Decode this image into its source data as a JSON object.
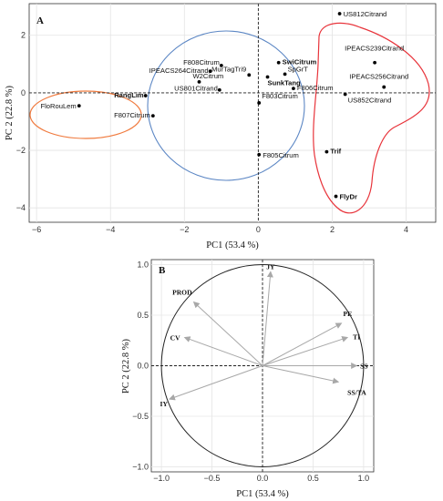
{
  "chart_data": [
    {
      "type": "scatter",
      "panel_label": "A",
      "xlabel": "PC1 (53.4 %)",
      "ylabel": "PC 2 (22.8 %)",
      "xlim": [
        -6.2,
        4.8
      ],
      "ylim": [
        -4.5,
        3.1
      ],
      "xticks": [
        -6,
        -4,
        -2,
        0,
        2,
        4
      ],
      "yticks": [
        -4,
        -2,
        0,
        2
      ],
      "grid": true,
      "points": [
        {
          "label": "FloRouLem",
          "x": -4.85,
          "y": -0.45,
          "bold": false
        },
        {
          "label": "RangLim",
          "x": -3.05,
          "y": -0.1,
          "bold": true
        },
        {
          "label": "F807Citrum",
          "x": -2.85,
          "y": -0.8,
          "bold": false
        },
        {
          "label": "F808Citrum",
          "x": -1.0,
          "y": 0.95,
          "bold": false
        },
        {
          "label": "IPEACS264Citrand",
          "x": -1.3,
          "y": 0.75,
          "bold": false
        },
        {
          "label": "MurTagTri9",
          "x": -0.25,
          "y": 0.62,
          "bold": false
        },
        {
          "label": "W2Citrum",
          "x": -1.6,
          "y": 0.38,
          "bold": false
        },
        {
          "label": "US801Citrand",
          "x": -1.05,
          "y": 0.1,
          "bold": false
        },
        {
          "label": "SwiCitrum",
          "x": 0.55,
          "y": 1.05,
          "bold": true
        },
        {
          "label": "SpGrT",
          "x": 0.72,
          "y": 0.65,
          "bold": false
        },
        {
          "label": "SunkTang",
          "x": 0.25,
          "y": 0.55,
          "bold": true
        },
        {
          "label": "F806Citrum",
          "x": 0.95,
          "y": 0.15,
          "bold": false
        },
        {
          "label": "F803Citrum",
          "x": 0.02,
          "y": -0.35,
          "bold": false
        },
        {
          "label": "F805Citrum",
          "x": 0.02,
          "y": -2.15,
          "bold": false
        },
        {
          "label": "US812Citrand",
          "x": 2.2,
          "y": 2.75,
          "bold": false
        },
        {
          "label": "IPEACS239Citrand",
          "x": 3.15,
          "y": 1.05,
          "bold": false
        },
        {
          "label": "IPEACS256Citrand",
          "x": 3.4,
          "y": 0.2,
          "bold": false
        },
        {
          "label": "US852Citrand",
          "x": 2.35,
          "y": -0.05,
          "bold": false
        },
        {
          "label": "Trif",
          "x": 1.85,
          "y": -2.05,
          "bold": true
        },
        {
          "label": "FlyDr",
          "x": 2.1,
          "y": -3.6,
          "bold": true
        }
      ]
    },
    {
      "type": "line",
      "subtype": "correlation circle",
      "panel_label": "B",
      "xlabel": "PC1 (53.4 %)",
      "ylabel": "PC 2 (22.8 %)",
      "xlim": [
        -1.1,
        1.1
      ],
      "ylim": [
        -1.05,
        1.05
      ],
      "xticks": [
        -1.0,
        -0.5,
        0.0,
        0.5,
        1.0
      ],
      "yticks": [
        -1.0,
        -0.5,
        0.0,
        0.5,
        1.0
      ],
      "xtick_labels": [
        "-1.0",
        "-0.5",
        "0.0",
        "0.5",
        "1.0"
      ],
      "ytick_labels": [
        "-1.0",
        "-0.5",
        "0.0",
        "0.5",
        "1.0"
      ],
      "grid": true,
      "vectors": [
        {
          "label": "JY",
          "x": 0.08,
          "y": 0.93
        },
        {
          "label": "PROD",
          "x": -0.68,
          "y": 0.63
        },
        {
          "label": "CV",
          "x": -0.77,
          "y": 0.28
        },
        {
          "label": "PE",
          "x": 0.78,
          "y": 0.42
        },
        {
          "label": "TI",
          "x": 0.84,
          "y": 0.28
        },
        {
          "label": "SS",
          "x": 0.93,
          "y": 0.0
        },
        {
          "label": "SS/TA",
          "x": 0.75,
          "y": -0.16
        },
        {
          "label": "IY",
          "x": -0.92,
          "y": -0.33
        }
      ]
    }
  ]
}
